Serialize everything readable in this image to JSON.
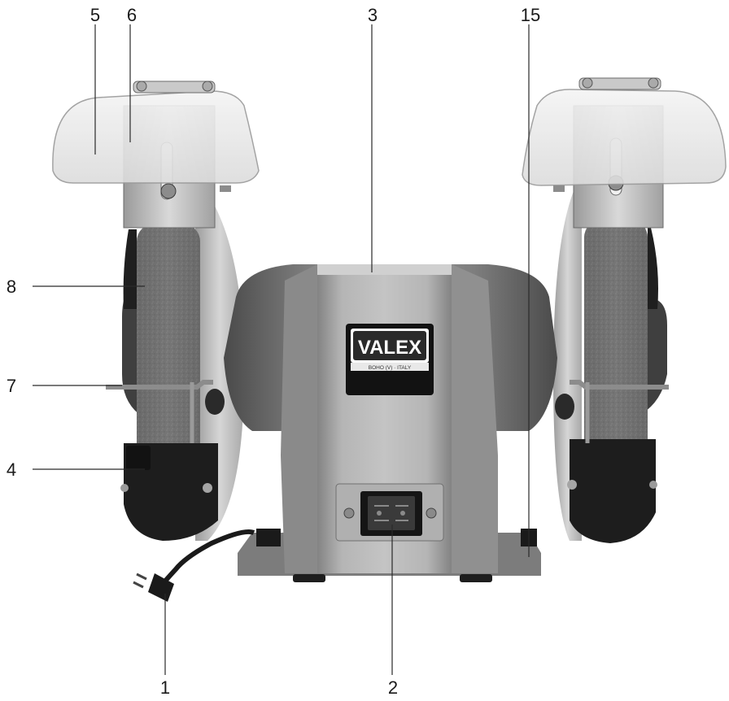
{
  "brand": {
    "logo_text": "VALEX",
    "logo_subtext": "BOHO (V) · ITALY"
  },
  "callouts": {
    "c5": "5",
    "c6": "6",
    "c3": "3",
    "c15": "15",
    "c8": "8",
    "c7": "7",
    "c4": "4",
    "c1": "1",
    "c2": "2"
  },
  "colors": {
    "body_light": "#b9b9b9",
    "body_mid": "#8f8f8f",
    "body_dark": "#5e5e5e",
    "wheel": "#6d6d6d",
    "guard": "#1c1c1c",
    "shield": "#ececec",
    "background": "#ffffff"
  }
}
